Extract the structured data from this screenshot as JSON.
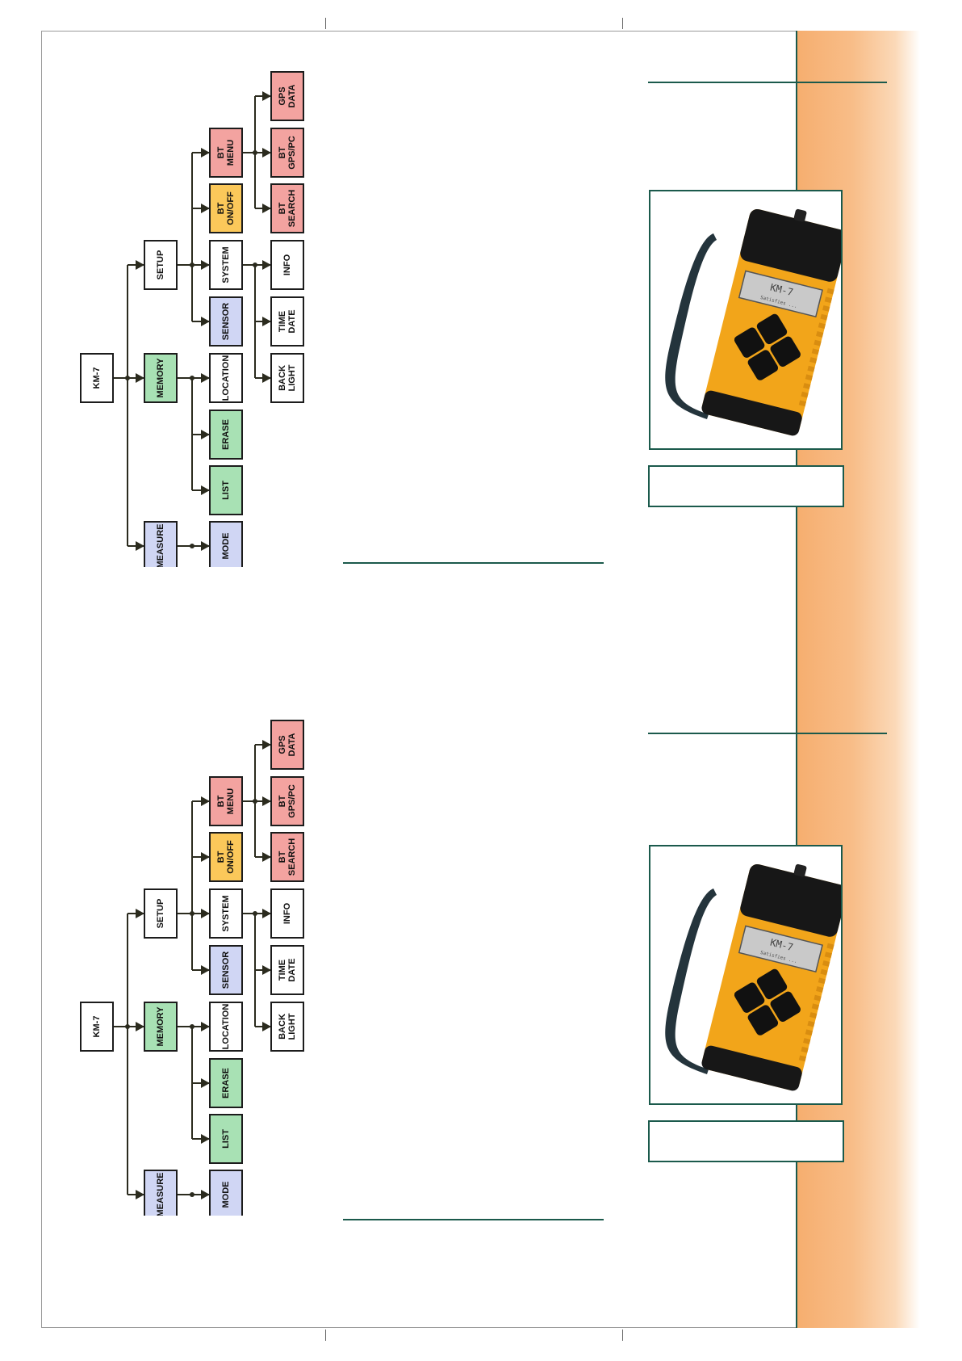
{
  "colors": {
    "accent_line": "#1b5a4c",
    "band_orange": "#f6ae6f",
    "node_white": "#ffffff",
    "node_blue": "#d0d6f4",
    "node_green": "#a8e1b4",
    "node_yellow": "#fbc85a",
    "node_red": "#f3a3a0",
    "device_body": "#f2a51a",
    "device_black": "#171717",
    "device_screen": "#c9c9c9"
  },
  "device": {
    "screen_title": "KM-7",
    "screen_subtitle": "Satisfies ...",
    "icons": [
      "strap-icon",
      "keypad-icon"
    ]
  },
  "menu_tree": {
    "root": {
      "lines": [
        "KM-7"
      ],
      "color": "white"
    },
    "level1": [
      {
        "id": "measure",
        "lines": [
          "MEASURE"
        ],
        "color": "blue"
      },
      {
        "id": "memory",
        "lines": [
          "MEMORY"
        ],
        "color": "green"
      },
      {
        "id": "setup",
        "lines": [
          "SETUP"
        ],
        "color": "white"
      }
    ],
    "level2": [
      {
        "id": "mode",
        "parent": "measure",
        "lines": [
          "MODE"
        ],
        "color": "blue"
      },
      {
        "id": "list",
        "parent": "memory",
        "lines": [
          "LIST"
        ],
        "color": "green"
      },
      {
        "id": "erase",
        "parent": "memory",
        "lines": [
          "ERASE"
        ],
        "color": "green"
      },
      {
        "id": "location",
        "parent": "memory",
        "lines": [
          "LOCATION"
        ],
        "color": "white"
      },
      {
        "id": "sensor",
        "parent": "setup",
        "lines": [
          "SENSOR"
        ],
        "color": "blue"
      },
      {
        "id": "system",
        "parent": "setup",
        "lines": [
          "SYSTEM"
        ],
        "color": "white"
      },
      {
        "id": "bt-onoff",
        "parent": "setup",
        "lines": [
          "BT",
          "ON/OFF"
        ],
        "color": "yellow"
      },
      {
        "id": "bt-menu",
        "parent": "setup",
        "lines": [
          "BT",
          "MENU"
        ],
        "color": "red"
      }
    ],
    "level3": [
      {
        "id": "back-light",
        "parent": "system",
        "lines": [
          "BACK",
          "LIGHT"
        ],
        "color": "white"
      },
      {
        "id": "time-date",
        "parent": "system",
        "lines": [
          "TIME",
          "DATE"
        ],
        "color": "white"
      },
      {
        "id": "info",
        "parent": "system",
        "lines": [
          "INFO"
        ],
        "color": "white"
      },
      {
        "id": "bt-search",
        "parent": "bt-menu",
        "lines": [
          "BT",
          "SEARCH"
        ],
        "color": "red"
      },
      {
        "id": "bt-gpspc",
        "parent": "bt-menu",
        "lines": [
          "BT",
          "GPS/PC"
        ],
        "color": "red"
      },
      {
        "id": "gps-data",
        "parent": "bt-menu",
        "lines": [
          "GPS",
          "DATA"
        ],
        "color": "red"
      }
    ]
  }
}
